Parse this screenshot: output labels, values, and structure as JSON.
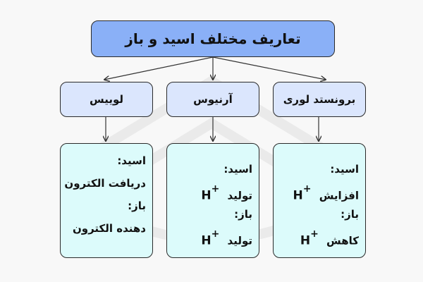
{
  "title": "تعاریف مختلف اسید و باز",
  "definitions": [
    {
      "name": "لوییس",
      "acid_label": "اسید:",
      "acid_text": "دریافت الکترون",
      "base_label": "باز:",
      "base_text": "دهنده الکترون"
    },
    {
      "name": "آرنیوس",
      "acid_label": "اسید:",
      "acid_text": "تولید",
      "acid_ion": "H",
      "acid_ion_charge": "+",
      "base_label": "باز:",
      "base_text": "تولید",
      "base_ion": "H",
      "base_ion_charge": "+"
    },
    {
      "name": "برونستد لوری",
      "acid_label": "اسید:",
      "acid_text": "افزایش",
      "acid_ion": "H",
      "acid_ion_charge": "+",
      "base_label": "باز:",
      "base_text": "کاهش",
      "base_ion": "H",
      "base_ion_charge": "+"
    }
  ],
  "colors": {
    "title_fill": "#8ab0f7",
    "middle_fill": "#dbe6fd",
    "leaf_fill": "#dcfbfb",
    "stroke": "#2a2a2a",
    "background": "#f8f8f8"
  }
}
